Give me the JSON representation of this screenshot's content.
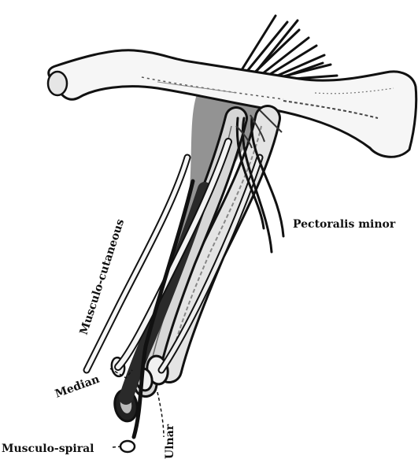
{
  "labels": {
    "pectoralis_minor": "Pectoralis minor",
    "musculo_cutaneous": "Musculo-cutaneous",
    "median": "Median",
    "musculo_spiral": "Musculo-spiral",
    "ulnar": "Ulnar"
  },
  "colors": {
    "ink": "#111111",
    "background": "#ffffff",
    "bone_fill": "#f4f4f4",
    "vessel_fill": "#d9d9d9",
    "shadow": "#2a2a2a"
  }
}
